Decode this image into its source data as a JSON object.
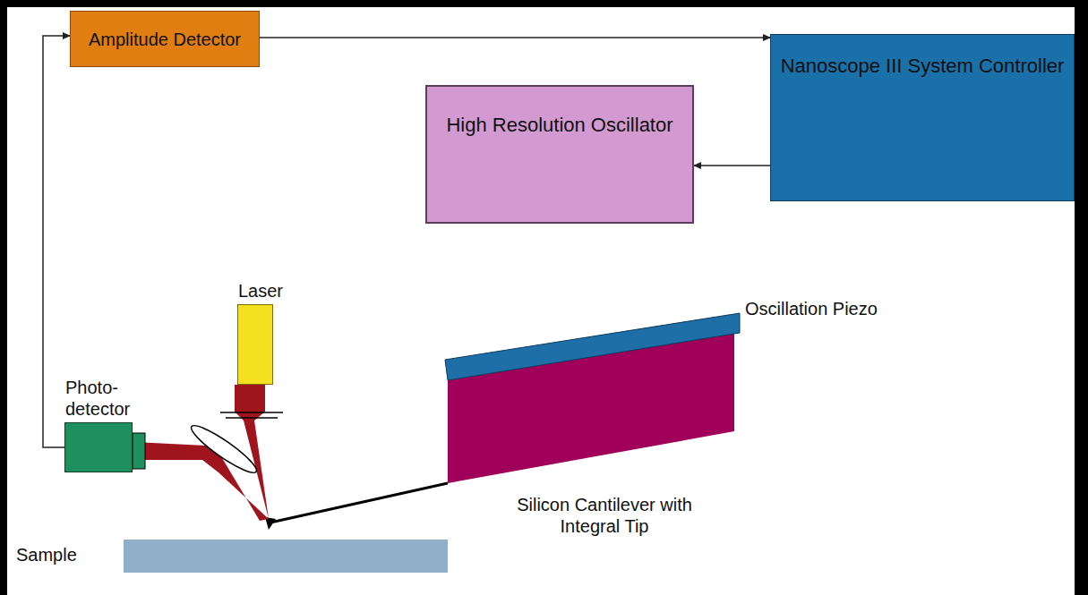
{
  "diagram": {
    "nodes": [
      {
        "text": [
          "Amplitude Detector"
        ]
      },
      {
        "text": [
          "Nanoscope III System Controller"
        ]
      },
      {
        "text": [
          "High Resolution Oscillator"
        ]
      },
      {
        "text": [
          "Photo- detector"
        ]
      },
      {
        "text": [
          "Laser"
        ]
      }
    ],
    "edges": [
      {
        "from": 3,
        "to": 0,
        "arrow": "to"
      },
      {
        "from": 0,
        "to": 1,
        "arrow": "to"
      },
      {
        "from": 1,
        "to": 2,
        "arrow": "to"
      }
    ],
    "labels": [
      "Oscillation Piezo",
      "Silicon Cantilever with Integral Tip",
      "Sample"
    ]
  }
}
